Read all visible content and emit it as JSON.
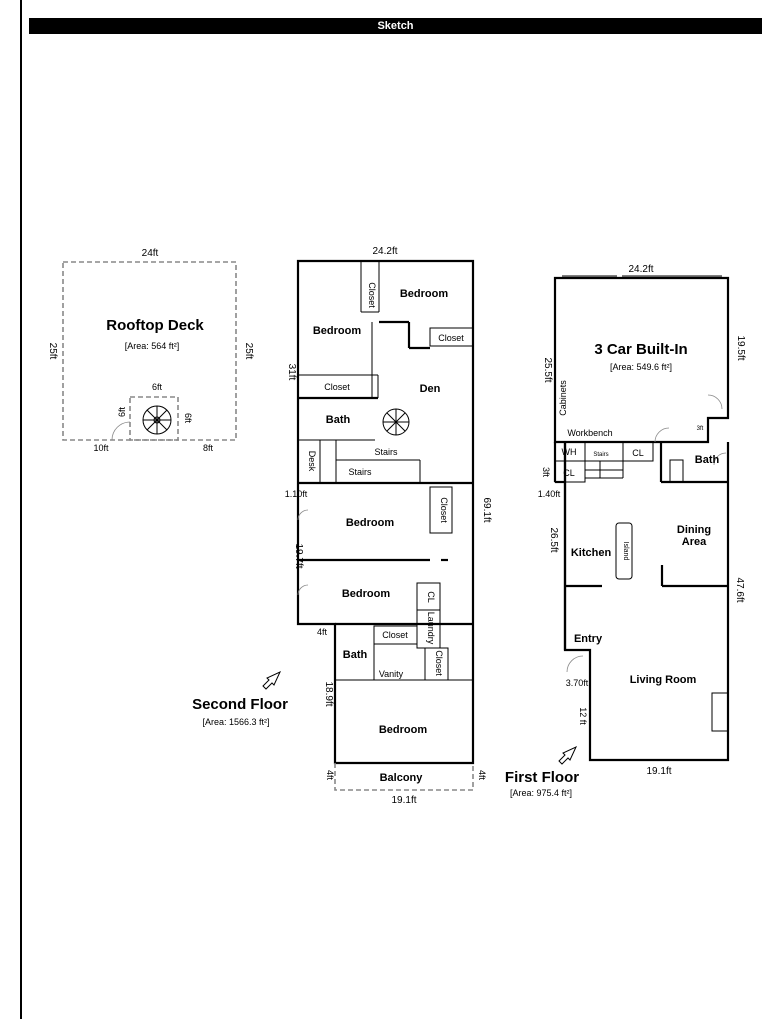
{
  "header": {
    "title": "Sketch"
  },
  "rooftop": {
    "title": "Rooftop Deck",
    "area": "[Area: 564 ft²]",
    "dim_top": "24ft",
    "dim_left": "25ft",
    "dim_right": "25ft",
    "dim_stair_top": "6ft",
    "dim_stair_left": "6ft",
    "dim_stair_right": "6ft",
    "dim_bottom_left": "10ft",
    "dim_bottom_right": "8ft"
  },
  "second_floor": {
    "title": "Second Floor",
    "area": "[Area: 1566.3 ft²]",
    "dim_top": "24.2ft",
    "dim_left_upper": "31ft",
    "dim_right": "69.1ft",
    "dim_left_mid1": "1.10ft",
    "dim_left_mid2": "19.7ft",
    "dim_left_mid3": "4ft",
    "dim_left_lower": "18.9ft",
    "dim_balcony_left": "4ft",
    "dim_balcony_right": "4ft",
    "dim_bottom": "19.1ft",
    "rooms": {
      "closet_v": "Closet",
      "bedroom_tr": "Bedroom",
      "bedroom_tl": "Bedroom",
      "closet_r": "Closet",
      "closet_h": "Closet",
      "den": "Den",
      "bath": "Bath",
      "desk": "Desk",
      "stairs1": "Stairs",
      "stairs2": "Stairs",
      "bedroom_mid": "Bedroom",
      "closet_mid": "Closet",
      "bedroom_mid2": "Bedroom",
      "cl": "CL",
      "laundry": "Laundry",
      "closet_low": "Closet",
      "bath_low": "Bath",
      "closet_low_v": "Closet",
      "vanity": "Vanity",
      "bedroom_low": "Bedroom",
      "balcony": "Balcony"
    }
  },
  "first_floor": {
    "title": "First Floor",
    "area": "[Area: 975.4 ft²]",
    "dim_top": "24.2ft",
    "dim_right_upper": "19.5ft",
    "dim_left_upper": "25.5ft",
    "dim_small": "3ft",
    "dim_left_small": "3ft",
    "dim_left_mid": "1.40ft",
    "dim_left_mid2": "26.5ft",
    "dim_right_lower": "47.6ft",
    "dim_left_low": "3.70ft",
    "dim_left_low2": "12 ft",
    "dim_bottom": "19.1ft",
    "rooms": {
      "garage": "3 Car Built-In",
      "garage_area": "[Area: 549.6 ft²]",
      "cabinets": "Cabinets",
      "workbench": "Workbench",
      "wh": "WH",
      "stairs": "Stairs",
      "cl1": "CL",
      "cl2": "CL",
      "bath": "Bath",
      "kitchen": "Kitchen",
      "island": "Island",
      "dining": "Dining",
      "dining2": "Area",
      "entry": "Entry",
      "living": "Living Room"
    }
  }
}
